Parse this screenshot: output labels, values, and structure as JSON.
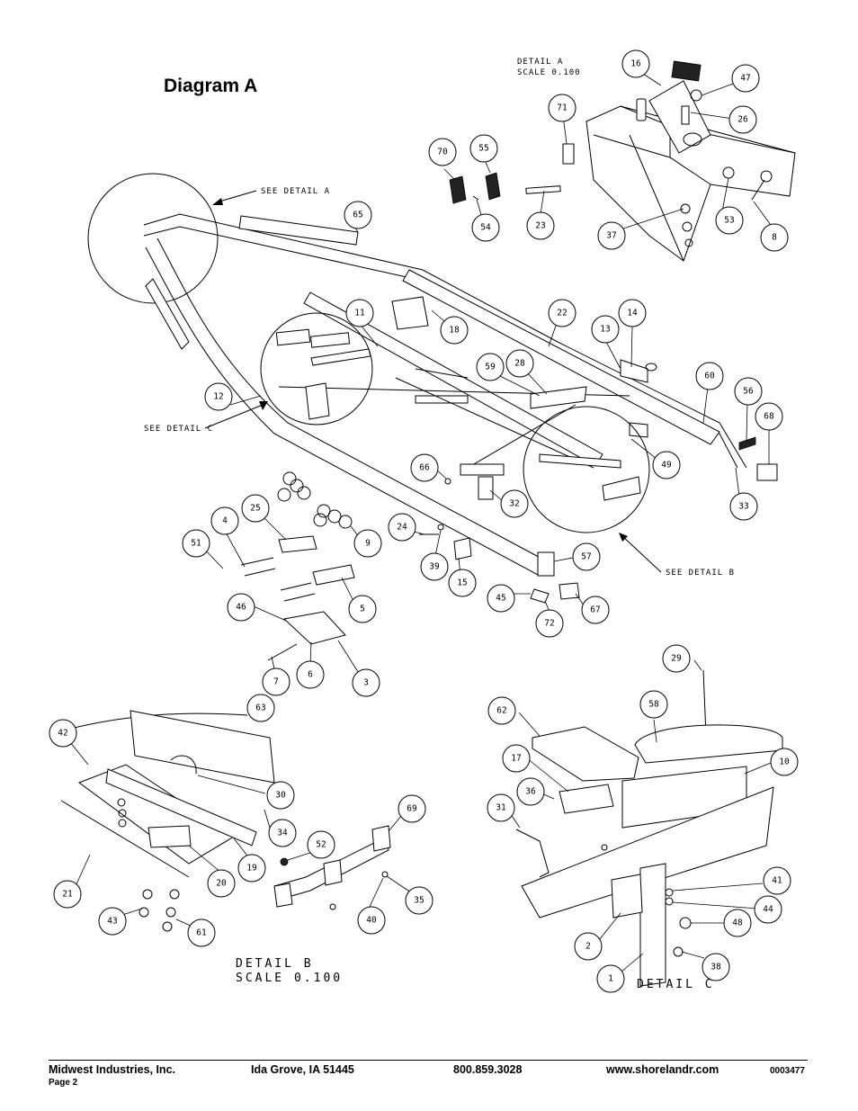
{
  "title": "Diagram A",
  "details": {
    "detail_a": [
      "DETAIL  A",
      "SCALE  0.100"
    ],
    "detail_b": [
      "DETAIL  B",
      "SCALE  0.100"
    ],
    "detail_c": "DETAIL  C"
  },
  "refs": {
    "see_detail_a": "SEE DETAIL  A",
    "see_detail_b": "SEE DETAIL  B",
    "see_detail_c": "SEE DETAIL  C"
  },
  "callouts": {
    "c16": "16",
    "c47": "47",
    "c71": "71",
    "c26": "26",
    "c70": "70",
    "c55": "55",
    "c65": "65",
    "c54": "54",
    "c23": "23",
    "c37": "37",
    "c53": "53",
    "c8": "8",
    "c11": "11",
    "c18": "18",
    "c22": "22",
    "c13": "13",
    "c14": "14",
    "c59": "59",
    "c28": "28",
    "c60": "60",
    "c56": "56",
    "c68": "68",
    "c12": "12",
    "c49": "49",
    "c66": "66",
    "c32": "32",
    "c33": "33",
    "c25": "25",
    "c4": "4",
    "c51": "51",
    "c9": "9",
    "c24": "24",
    "c39": "39",
    "c15": "15",
    "c57": "57",
    "c5": "5",
    "c46": "46",
    "c45": "45",
    "c67": "67",
    "c72": "72",
    "c7": "7",
    "c6": "6",
    "c3": "3",
    "c63": "63",
    "c29": "29",
    "c42": "42",
    "c62": "62",
    "c58": "58",
    "c17": "17",
    "c10": "10",
    "c36": "36",
    "c30": "30",
    "c31": "31",
    "c34": "34",
    "c69": "69",
    "c19": "19",
    "c52": "52",
    "c20": "20",
    "c35": "35",
    "c21": "21",
    "c40": "40",
    "c43": "43",
    "c61": "61",
    "c41": "41",
    "c44": "44",
    "c48": "48",
    "c2": "2",
    "c38": "38",
    "c1": "1"
  },
  "footer": {
    "company": "Midwest Industries, Inc.",
    "page": "Page 2",
    "location": "Ida Grove, IA  51445",
    "phone": "800.859.3028",
    "website": "www.shorelandr.com",
    "doc_number": "0003477"
  }
}
